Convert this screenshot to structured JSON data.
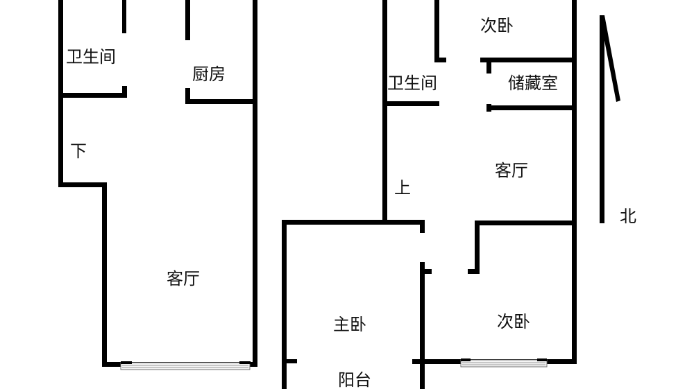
{
  "floor_left": {
    "bathroom": "卫生间",
    "kitchen": "厨房",
    "stairs_down": "下",
    "living_room": "客厅"
  },
  "floor_right": {
    "second_bedroom_north": "次卧",
    "bathroom": "卫生间",
    "storage_room": "储藏室",
    "living_room": "客厅",
    "stairs_up": "上",
    "master_bedroom": "主卧",
    "balcony": "阳台",
    "second_bedroom_south": "次卧"
  },
  "compass": {
    "north_label": "北"
  },
  "colors": {
    "wall": "#000000",
    "background": "#ffffff",
    "window_frame": "#6e6e6e"
  }
}
